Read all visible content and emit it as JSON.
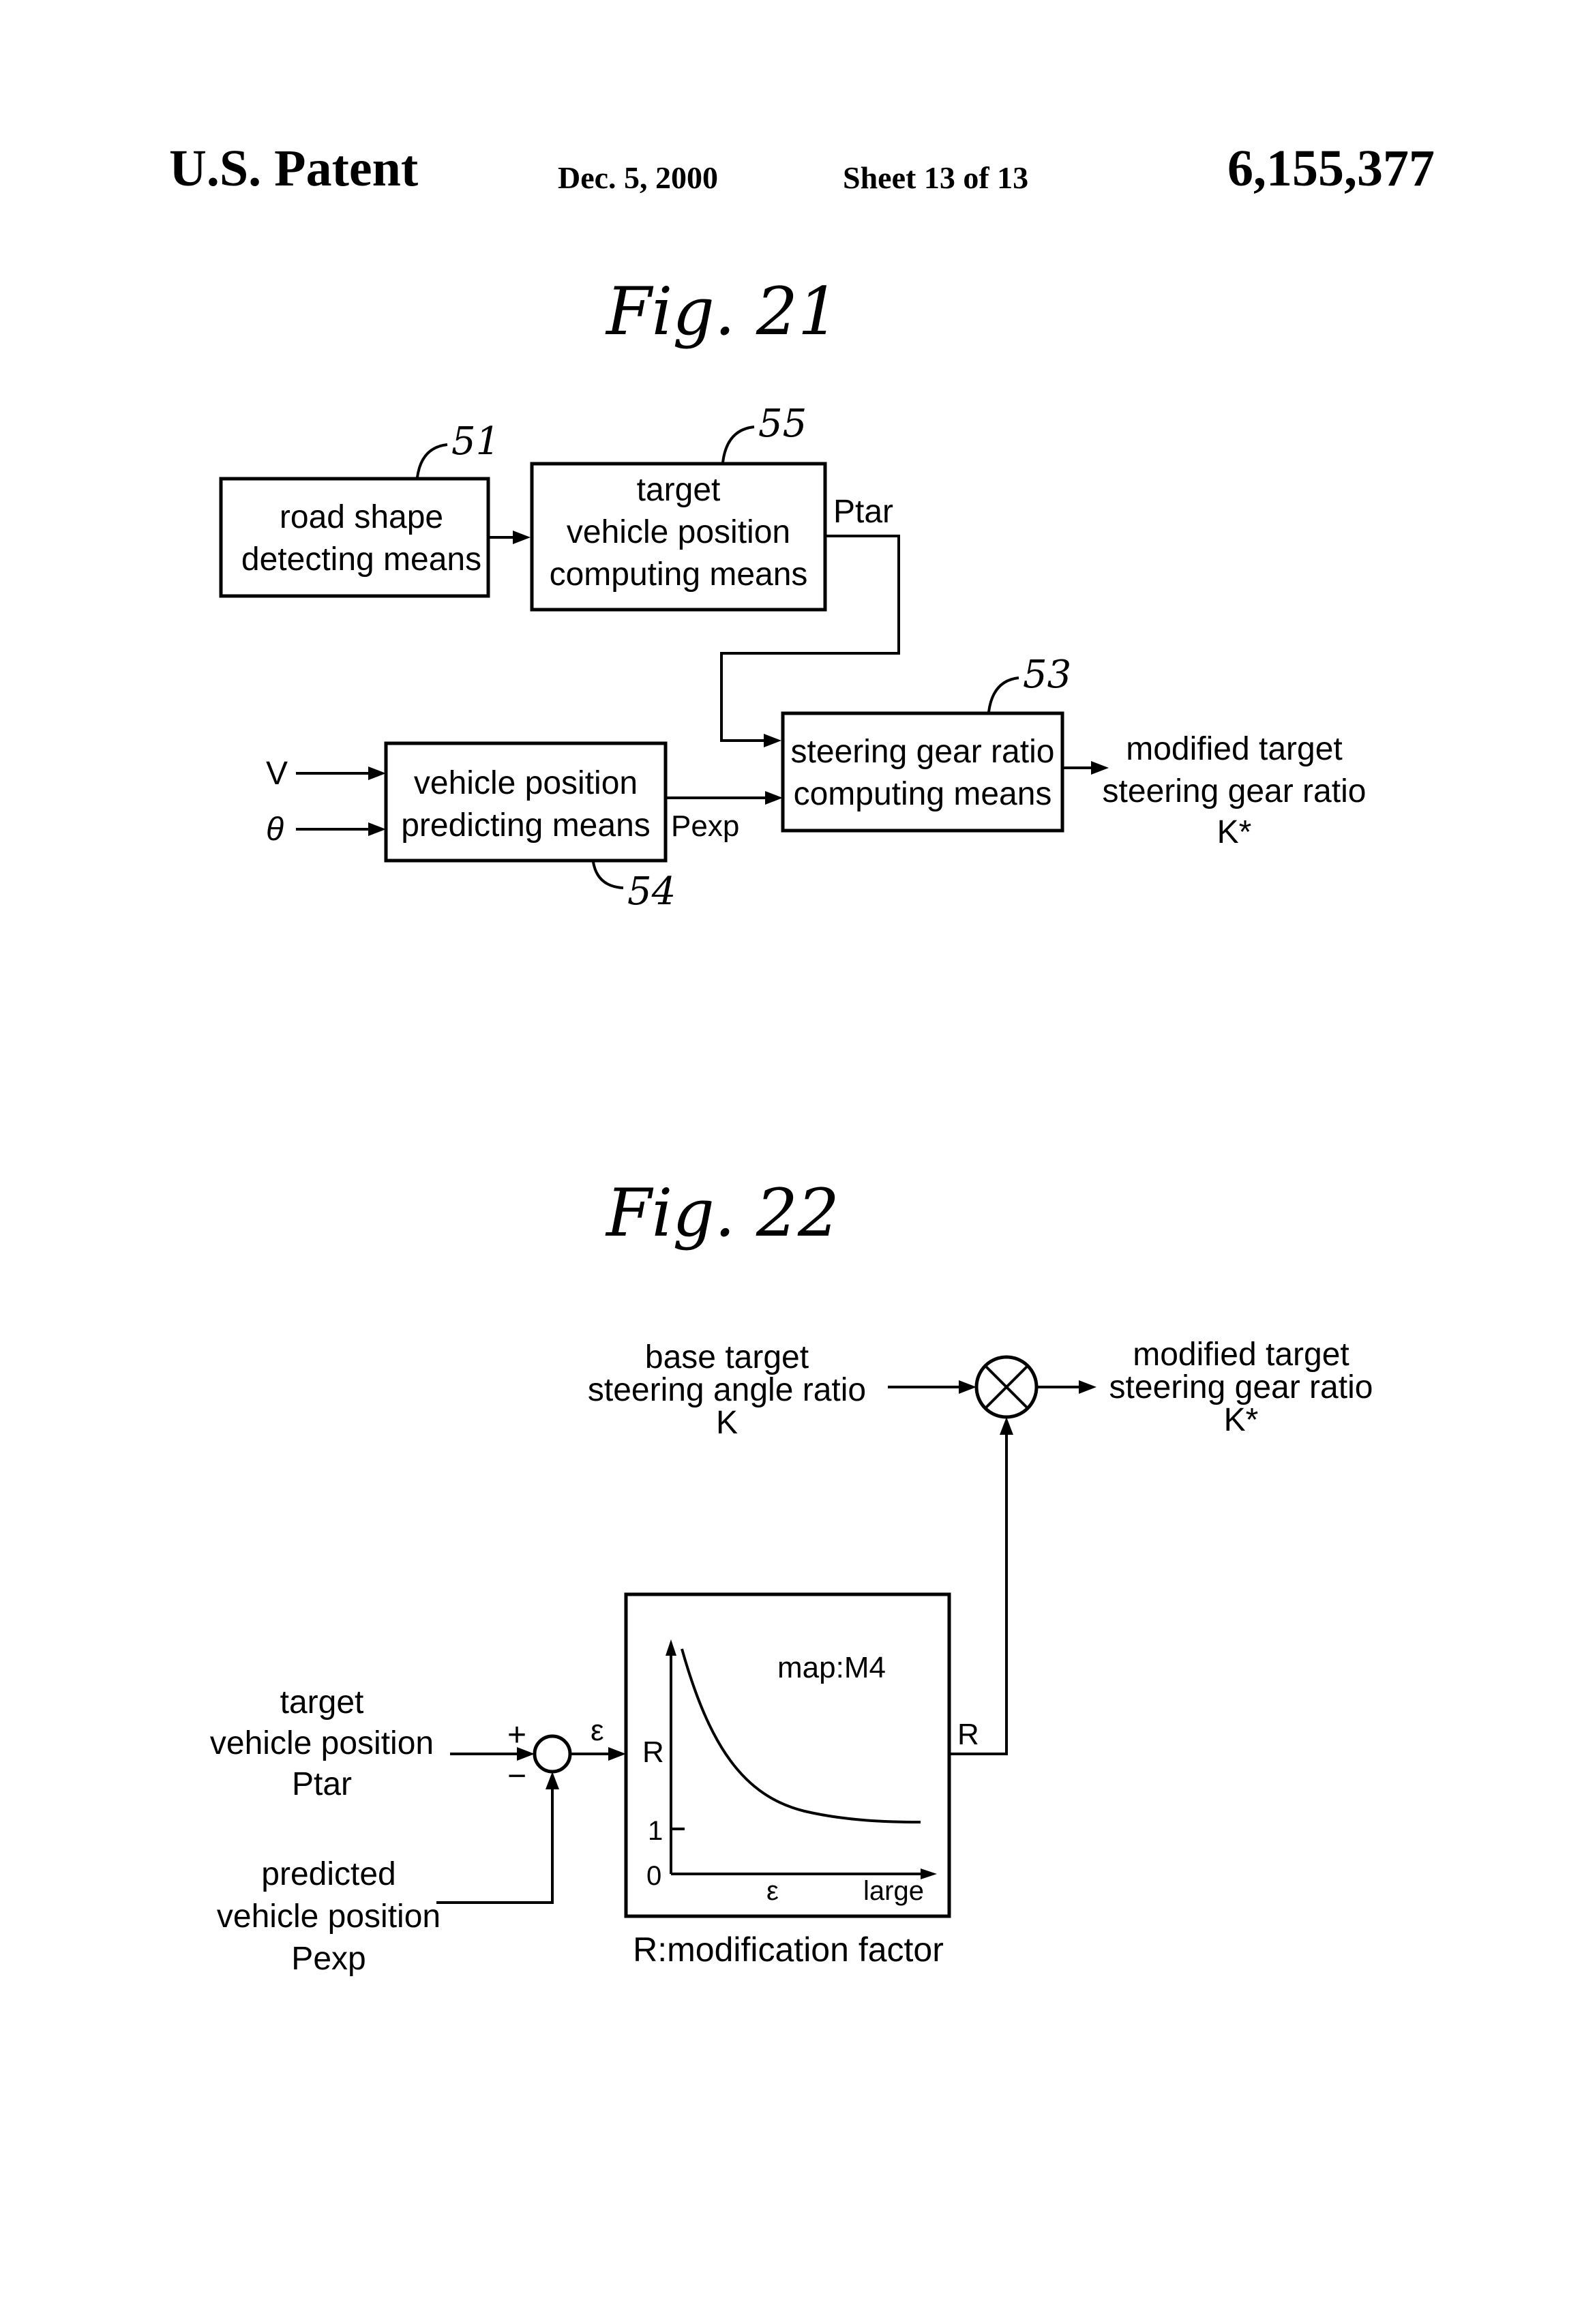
{
  "header": {
    "left": "U.S. Patent",
    "date": "Dec. 5, 2000",
    "sheet": "Sheet 13 of 13",
    "number": "6,155,377"
  },
  "fig21": {
    "title": "Fig. 21",
    "road_shape": {
      "ref": "51",
      "lines": [
        "road shape",
        "detecting means"
      ]
    },
    "target_pos": {
      "ref": "55",
      "lines": [
        "target",
        "vehicle position",
        "computing means"
      ]
    },
    "steering_gear": {
      "ref": "53",
      "lines": [
        "steering gear ratio",
        "computing means"
      ]
    },
    "predict": {
      "ref": "54",
      "lines": [
        "vehicle position",
        "predicting means"
      ]
    },
    "inputs": {
      "v": "V",
      "theta": "θ"
    },
    "signals": {
      "ptar": "Ptar",
      "pexp": "Pexp"
    },
    "output": {
      "lines": [
        "modified target",
        "steering gear ratio",
        "K*"
      ]
    }
  },
  "fig22": {
    "title": "Fig. 22",
    "base_input": {
      "lines": [
        "base target",
        "steering angle ratio",
        "K"
      ]
    },
    "output": {
      "lines": [
        "modified target",
        "steering gear ratio",
        "K*"
      ]
    },
    "target_input": {
      "lines": [
        "target",
        "vehicle position",
        "Ptar"
      ]
    },
    "predicted_input": {
      "lines": [
        "predicted",
        "vehicle position",
        "Pexp"
      ]
    },
    "plus": "+",
    "minus": "−",
    "epsilon": "ε",
    "r_out": "R",
    "map": {
      "label": "map:M4",
      "y_axis": "R",
      "y_tick_one": "1",
      "origin": "0",
      "x_axis": "ε",
      "x_large": "large",
      "caption": "R:modification factor"
    }
  }
}
